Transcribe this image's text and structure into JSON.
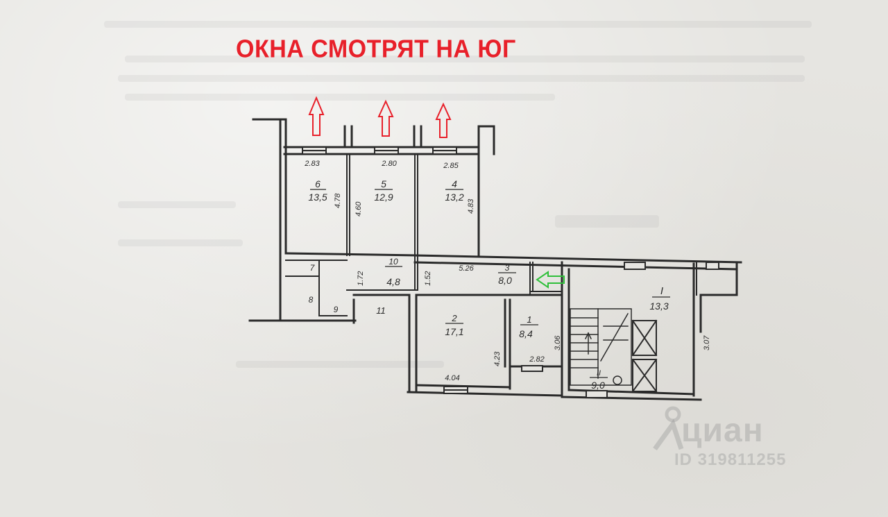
{
  "heading": "ОКНА СМОТРЯТ НА ЮГ",
  "rooms": [
    {
      "num": "6",
      "area": "13,5"
    },
    {
      "num": "5",
      "area": "12,9"
    },
    {
      "num": "4",
      "area": "13,2"
    },
    {
      "num": "10",
      "area": "4,8"
    },
    {
      "num": "3",
      "area": "8,0"
    },
    {
      "num": "2",
      "area": "17,1"
    },
    {
      "num": "1",
      "area": "8,4"
    },
    {
      "num": "I",
      "area": "13,3"
    },
    {
      "num": "II",
      "area": "9,0"
    },
    {
      "num": "7",
      "area": ""
    },
    {
      "num": "8",
      "area": ""
    },
    {
      "num": "9",
      "area": ""
    },
    {
      "num": "11",
      "area": ""
    }
  ],
  "dimensions": {
    "d_2_83_top": "2.83",
    "d_2_80": "2.80",
    "d_2_85": "2.85",
    "d_4_78": "4.78",
    "d_4_60": "4.60",
    "d_4_83": "4.83",
    "d_1_72": "1.72",
    "d_1_52": "1.52",
    "d_5_26": "5.26",
    "d_4_23": "4.23",
    "d_4_04": "4.04",
    "d_3_06": "3.06",
    "d_2_82": "2.82",
    "d_3_07": "3.07"
  },
  "watermark": {
    "brand": "циан",
    "id": "ID 319811255"
  },
  "colors": {
    "heading": "#e8202a",
    "window_arrows": "#e8202a",
    "entrance_arrow": "#2fbf3a",
    "ink": "#2a2a2a"
  }
}
